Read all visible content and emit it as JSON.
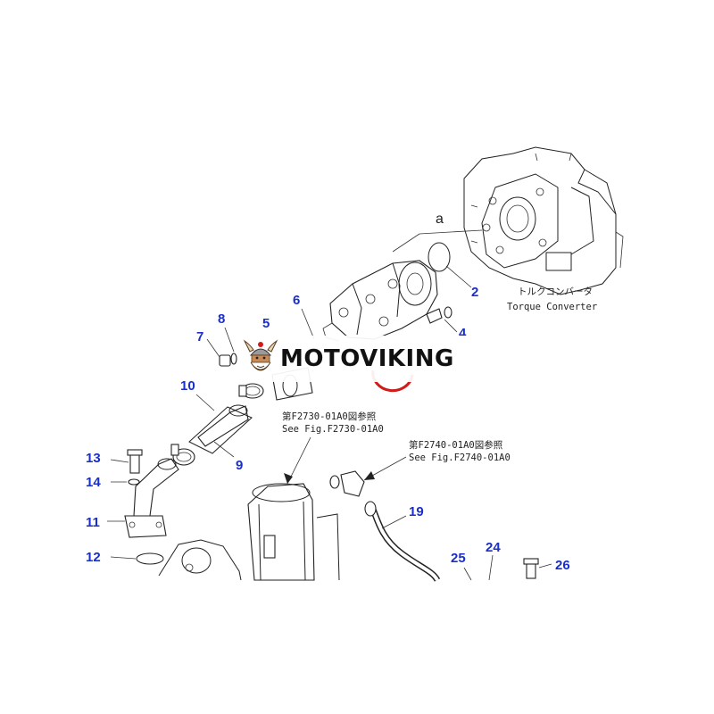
{
  "callouts": {
    "c2": "2",
    "c4": "4",
    "c5": "5",
    "c6": "6",
    "c7": "7",
    "c8": "8",
    "c9": "9",
    "c10": "10",
    "c11": "11",
    "c12": "12",
    "c13": "13",
    "c14": "14",
    "c19": "19",
    "c24": "24",
    "c25": "25",
    "c26": "26"
  },
  "marker_a": "a",
  "torque_converter": {
    "jp": "トルクコンバータ",
    "en": "Torque Converter"
  },
  "ref_f2730": {
    "jp": "第F2730-01A0図参照",
    "en": "See Fig.F2730-01A0"
  },
  "ref_f2740": {
    "jp": "第F2740-01A0図参照",
    "en": "See Fig.F2740-01A0"
  },
  "watermark": {
    "text": "MOTOVIKING",
    "icon": "viking-helmet-icon"
  },
  "colors": {
    "callout": "#1a2fc9",
    "line": "#222222",
    "stamp": "#d11a1a"
  }
}
